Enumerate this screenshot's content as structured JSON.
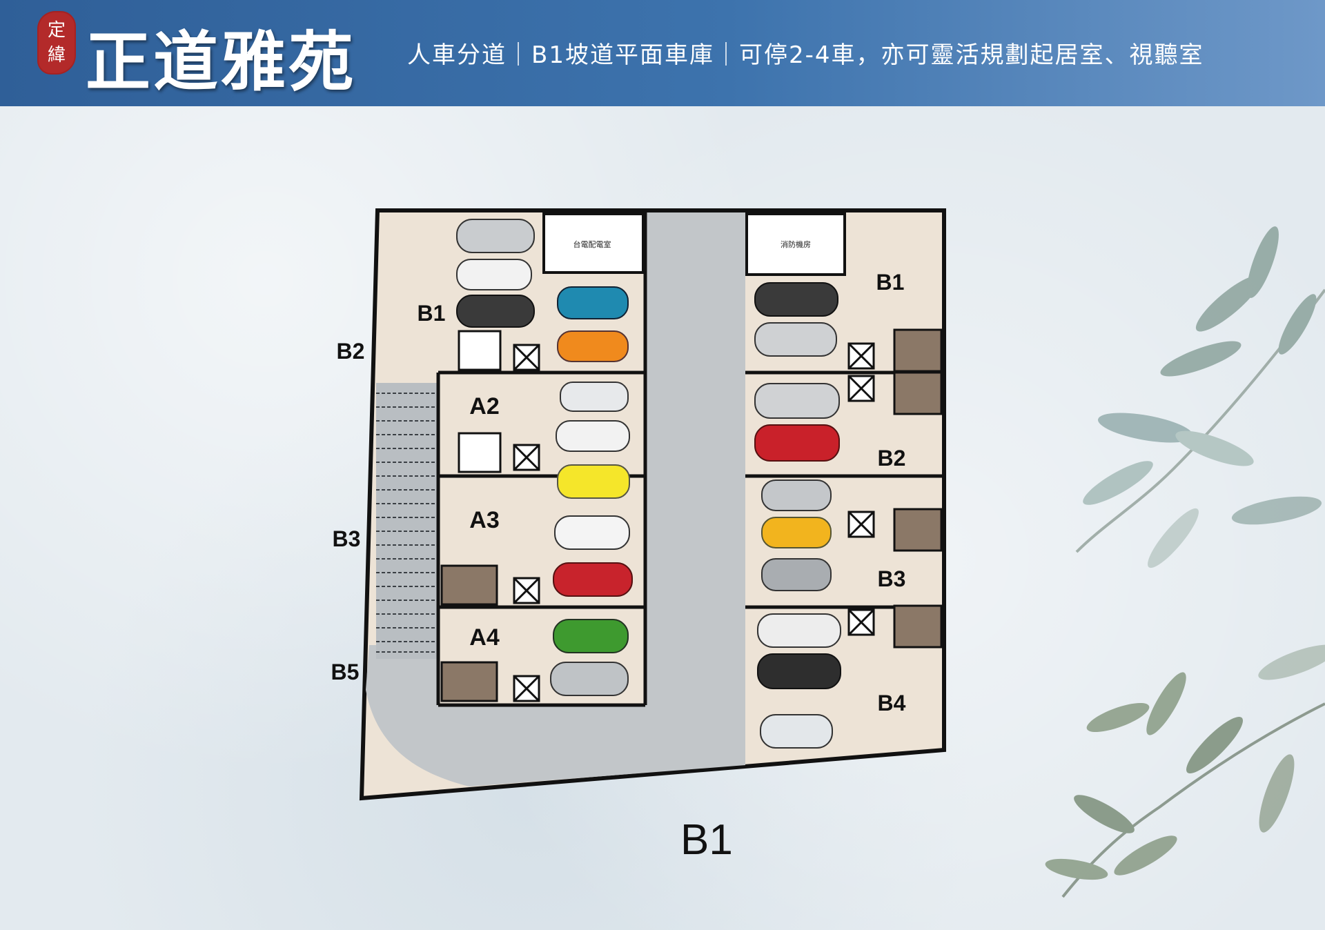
{
  "header": {
    "seal_chars": [
      "定",
      "緯"
    ],
    "brand": "正道雅苑",
    "tagline": "人車分道｜B1坡道平面車庫｜可停2-4車，亦可靈活規劃起居室、視聽室"
  },
  "floor_title": "B1",
  "rooms": {
    "power_room": "台電配電室",
    "fire_room": "消防機房"
  },
  "left_units": [
    "B1",
    "A2",
    "A3",
    "A4"
  ],
  "right_units": [
    "B1",
    "B2",
    "B3",
    "B4"
  ],
  "outer_labels": [
    "B2",
    "B3",
    "B5"
  ],
  "colors": {
    "header_start": "#2f5f98",
    "header_end": "#6e98c8",
    "floor": "#ede3d6",
    "ramp": "#c2c6c9",
    "wall": "#111111",
    "seal": "#b32a2a"
  }
}
